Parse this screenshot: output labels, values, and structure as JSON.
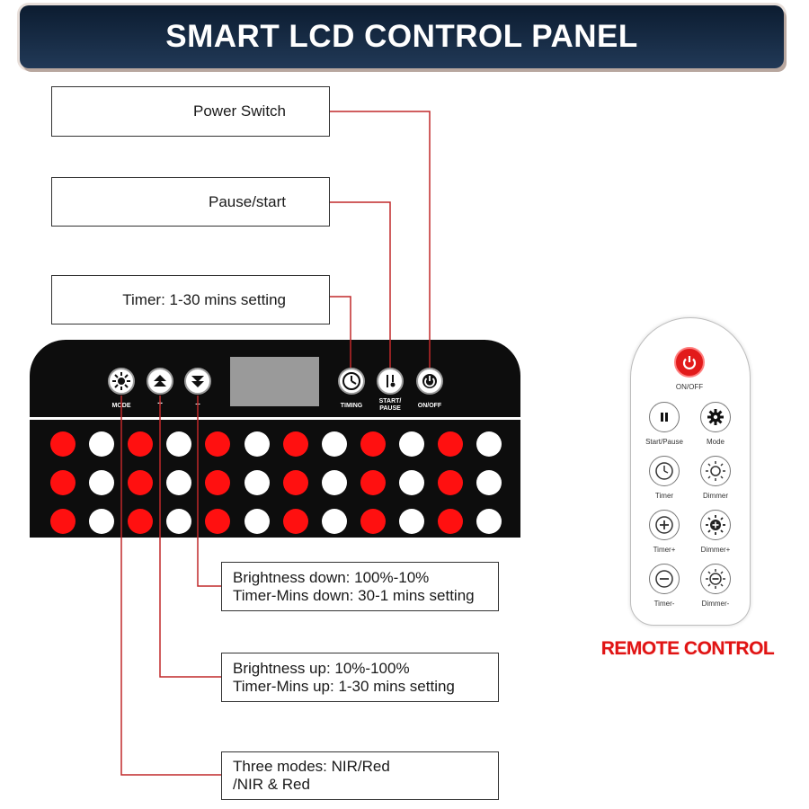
{
  "banner": {
    "title": "SMART LCD CONTROL PANEL"
  },
  "callouts": {
    "power": "Power Switch",
    "pause": "Pause/start",
    "timer": "Timer: 1-30 mins setting",
    "down_line1": "Brightness down: 100%-10%",
    "down_line2": "Timer-Mins down: 30-1 mins setting",
    "up_line1": "Brightness up: 10%-100%",
    "up_line2": "Timer-Mins up: 1-30 mins setting",
    "mode_line1": "Three modes: NIR/Red",
    "mode_line2": "/NIR & Red"
  },
  "panel": {
    "buttons": {
      "mode": "MODE",
      "plus": "+",
      "minus": "–",
      "timing": "TIMING",
      "start_pause": "START/ PAUSE",
      "on_off": "ON/OFF"
    },
    "led_rows": 3,
    "led_cols": 12,
    "led_colors": {
      "red": "#ff1010",
      "white": "#ffffff"
    }
  },
  "remote": {
    "title": "REMOTE CONTROL",
    "on_off": "ON/OFF",
    "start_pause": "Start/Pause",
    "mode": "Mode",
    "timer": "Timer",
    "dimmer": "Dimmer",
    "timer_plus": "Timer+",
    "dimmer_plus": "Dimmer+",
    "timer_minus": "Timer-",
    "dimmer_minus": "Dimmer-"
  },
  "colors": {
    "leader_line": "#c0282a",
    "banner": "#0c1c30",
    "power_red": "#e21b1b"
  }
}
